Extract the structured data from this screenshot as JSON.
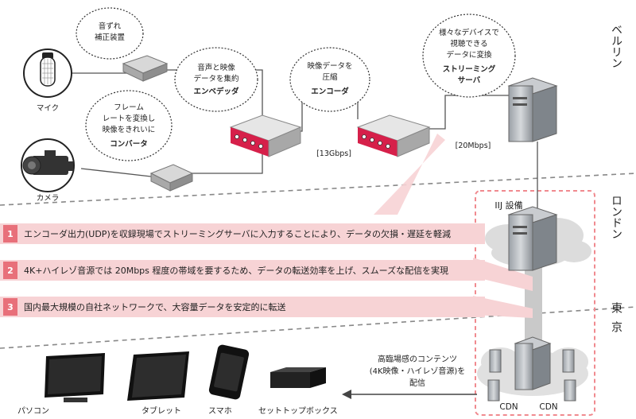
{
  "cities": {
    "berlin": "ベルリン",
    "london": "ロンドン",
    "tokyo": "東京"
  },
  "bubbles": {
    "sync": [
      "音ずれ",
      "補正装置"
    ],
    "encoder_box": [
      "音声と映像",
      "データを集約"
    ],
    "encoder_box_name": "エンベデッダ",
    "encoder": [
      "映像データを",
      "圧縮"
    ],
    "encoder_name": "エンコーダ",
    "converter": [
      "フレーム",
      "レートを変換し",
      "映像をきれいに"
    ],
    "converter_name": "コンバータ",
    "server": [
      "様々なデバイスで",
      "視聴できる",
      "データに変換"
    ],
    "server_name": [
      "ストリーミング",
      "サーバ"
    ]
  },
  "sources": {
    "mic": "マイク",
    "camera": "カメラ"
  },
  "links": {
    "link1": "[13Gbps]",
    "link2": "[20Mbps]"
  },
  "iij_label": "IIJ 設備",
  "notes": [
    {
      "num": "1",
      "text": "エンコーダ出力(UDP)を収録現場でストリーミングサーバに入力することにより、データの欠損・遅延を軽減"
    },
    {
      "num": "2",
      "text": "4K+ハイレゾ音源では 20Mbps 程度の帯域を要するため、データの転送効率を上げ、スムーズな配信を実現"
    },
    {
      "num": "3",
      "text": "国内最大規模の自社ネットワークで、大容量データを安定的に転送"
    }
  ],
  "delivery": [
    "高臨場感のコンテンツ",
    "(4K映像・ハイレゾ音源)を",
    "配信"
  ],
  "cdn": [
    "CDN",
    "CDN"
  ],
  "devices": [
    "パソコン",
    "タブレット",
    "スマホ",
    "セットトップボックス"
  ],
  "colors": {
    "accent_red": "#d6204a",
    "band_pink": "#f7d3d5",
    "num_red": "#e8707a",
    "dashed_pink": "#f08a8f"
  }
}
